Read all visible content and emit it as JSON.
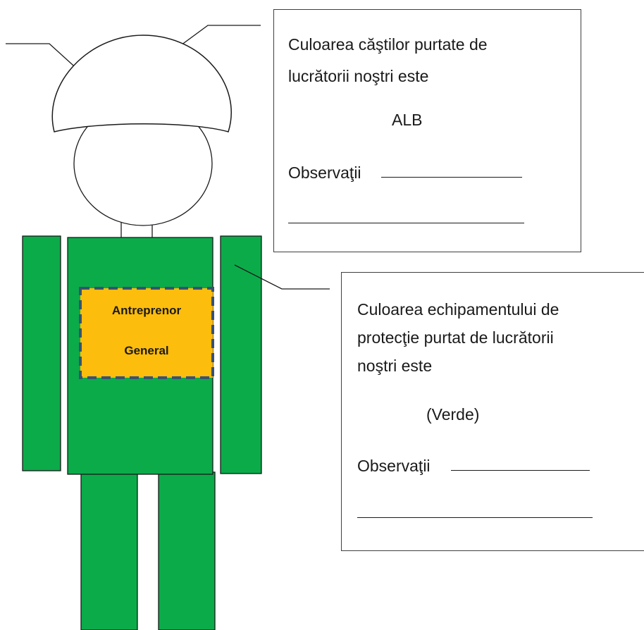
{
  "badge": {
    "line1": "Antreprenor",
    "line2": "General"
  },
  "helmet_box": {
    "text_line1": "Culoarea căştilor purtate de",
    "text_line2": "lucrătorii noştri este",
    "value": "ALB",
    "observations_label": "Observaţii"
  },
  "equipment_box": {
    "text_line1": "Culoarea echipamentului de",
    "text_line2": "protecţie purtat de lucrătorii",
    "text_line3": "noştri este",
    "value": "(Verde)",
    "observations_label": "Observaţii"
  },
  "colors": {
    "uniform_green": "#0bab4a",
    "badge_fill": "#fdbd0d",
    "badge_border": "#3a5270",
    "outline": "#1a1a1a"
  }
}
